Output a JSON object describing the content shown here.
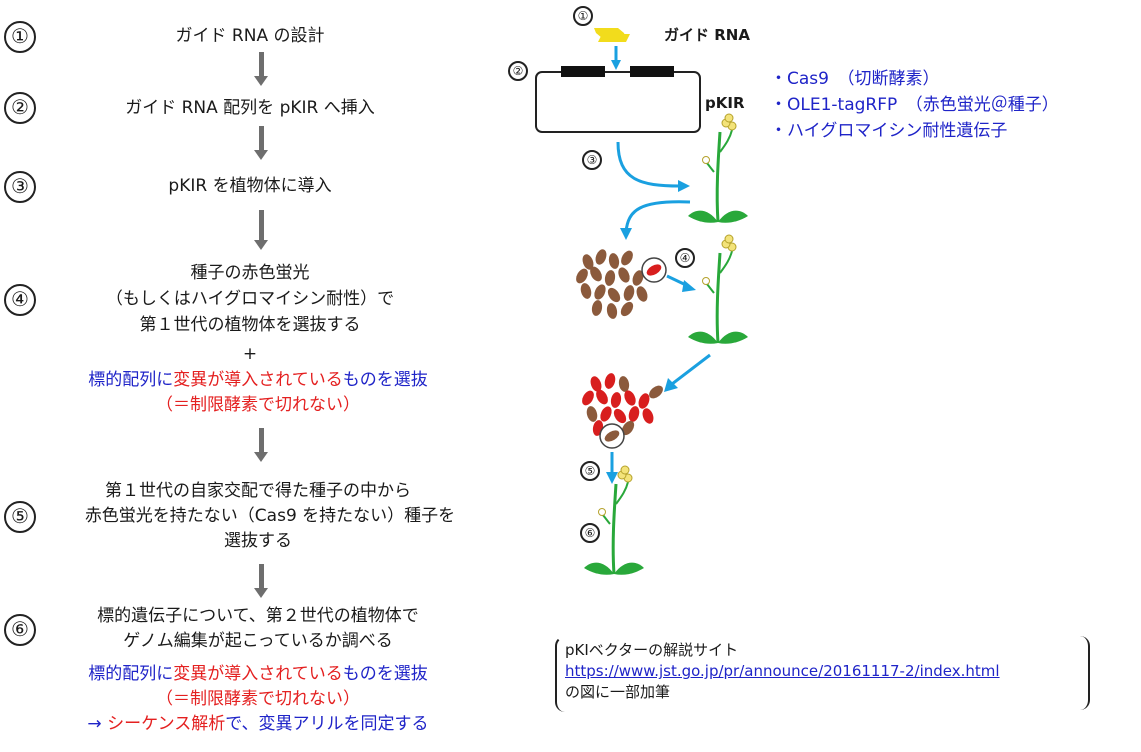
{
  "steps": [
    {
      "num": "①",
      "lines": [
        "ガイド RNA の設計"
      ]
    },
    {
      "num": "②",
      "lines": [
        "ガイド RNA 配列を pKIR へ挿入"
      ]
    },
    {
      "num": "③",
      "lines": [
        "pKIR を植物体に導入"
      ]
    },
    {
      "num": "④",
      "lines": [
        "種子の赤色蛍光",
        "（もしくはハイグロマイシン耐性）で",
        "第１世代の植物体を選抜する"
      ]
    },
    {
      "num": "⑤",
      "lines": [
        "第１世代の自家交配で得た種子の中から",
        "赤色蛍光を持たない（Cas9 を持たない）種子を",
        "選抜する"
      ]
    },
    {
      "num": "⑥",
      "lines": [
        "標的遺伝子について、第２世代の植物体で",
        "ゲノム編集が起こっているか調べる"
      ]
    }
  ],
  "plus": "+",
  "selection_note": {
    "blue1": "標的配列に",
    "red1": "変異が導入されている",
    "blue2": "ものを選抜",
    "red_paren": "（＝制限酵素で切れない）"
  },
  "sequence_note": {
    "blue1": "標的配列に",
    "red1": "変異が導入されている",
    "blue2": "ものを選抜",
    "red_paren": "（＝制限酵素で切れない）",
    "arrow": "→",
    "red_seq": "シーケンス解析",
    "blue_seq": "で、変異アリルを同定する"
  },
  "diagram": {
    "guide_rna_label": "ガイド RNA",
    "vector_label": "pKIR",
    "nums": [
      "①",
      "②",
      "③",
      "④",
      "⑤",
      "⑥"
    ]
  },
  "vector_contents": [
    "・Cas9　（切断酵素）",
    "・OLE1-tagRFP　（赤色蛍光＠種子）",
    "・ハイグロマイシン耐性遺伝子"
  ],
  "source_note": {
    "line1": "pKIベクターの解説サイト",
    "url": "https://www.jst.go.jp/pr/announce/20161117-2/index.html",
    "line3": "の図に一部加筆"
  },
  "colors": {
    "blue_text": "#1f24c8",
    "red_text": "#e42020",
    "arrow_gray": "#6e6e6e",
    "diagram_blue": "#1aa0e0",
    "plant_green": "#29a83a",
    "seed_brown": "#8b5a3c",
    "seed_red": "#d81e1e",
    "guide_yellow": "#f2dc1c"
  }
}
